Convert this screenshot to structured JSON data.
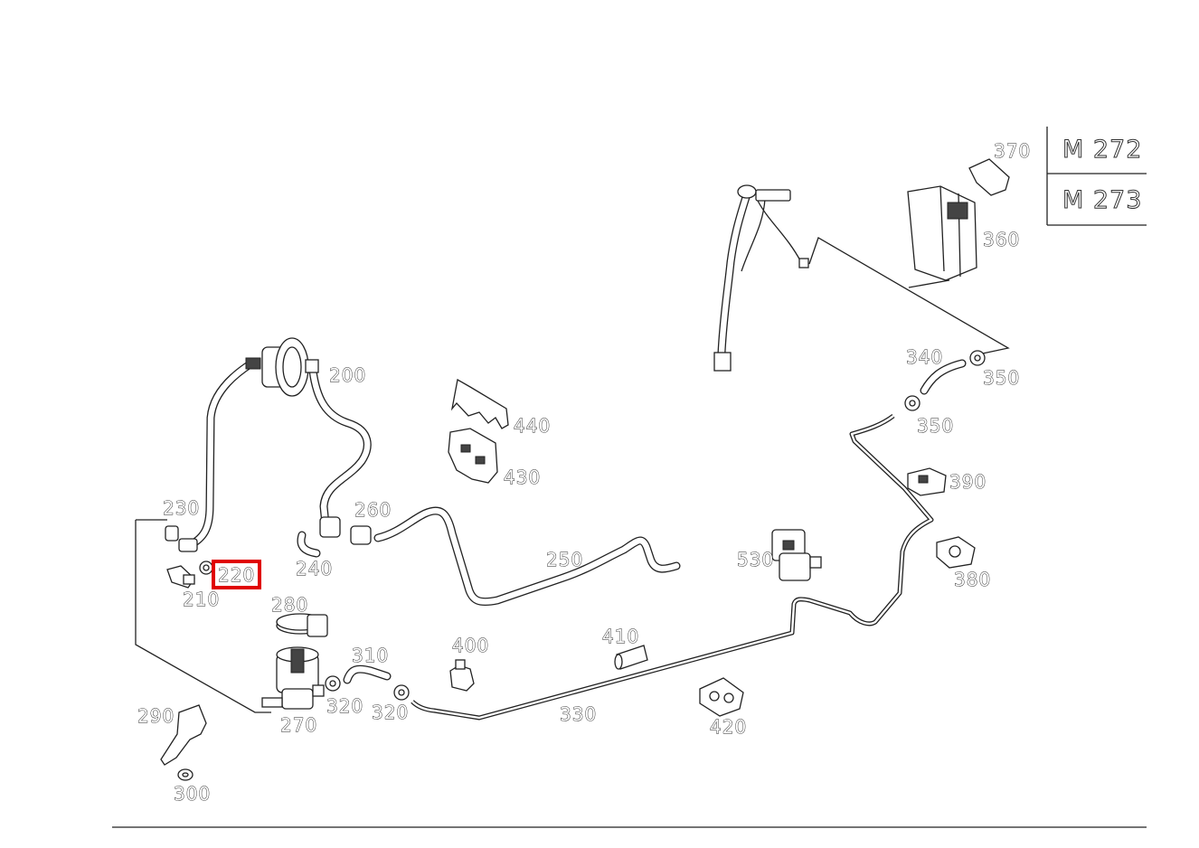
{
  "engine_table": {
    "rows": [
      "M 272",
      "M 273"
    ]
  },
  "highlight": {
    "part": "220",
    "color": "#e00000"
  },
  "labels": {
    "200": "200",
    "210": "210",
    "220": "220",
    "230": "230",
    "240": "240",
    "250": "250",
    "260": "260",
    "270": "270",
    "280": "280",
    "290": "290",
    "300": "300",
    "310": "310",
    "320a": "320",
    "320b": "320",
    "330": "330",
    "340": "340",
    "350a": "350",
    "350b": "350",
    "360": "360",
    "370": "370",
    "380": "380",
    "390": "390",
    "400": "400",
    "410": "410",
    "420": "420",
    "430": "430",
    "440": "440",
    "530": "530"
  }
}
